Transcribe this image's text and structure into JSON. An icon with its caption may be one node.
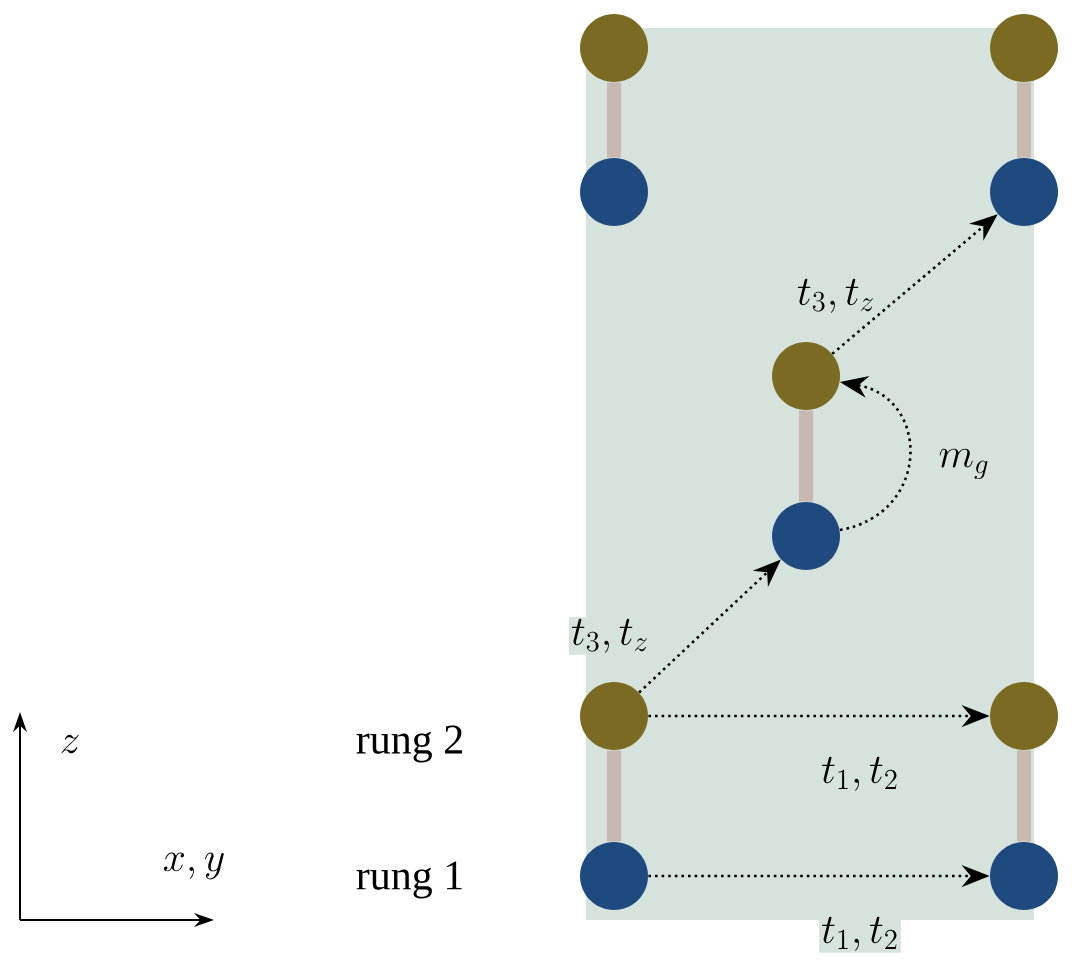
{
  "diagram": {
    "nodes": [
      {
        "text": [],
        "shape": "circle"
      },
      {
        "text": [],
        "shape": "circle"
      },
      {
        "text": [],
        "shape": "circle"
      },
      {
        "text": [],
        "shape": "circle"
      },
      {
        "text": [],
        "shape": "circle"
      },
      {
        "text": [],
        "shape": "circle"
      },
      {
        "text": [],
        "shape": "circle"
      },
      {
        "text": [],
        "shape": "circle"
      },
      {
        "text": [],
        "shape": "circle"
      },
      {
        "text": [],
        "shape": "circle"
      }
    ],
    "edges": [
      {
        "from": 0,
        "to": 1,
        "arrow": "none",
        "style": "thick",
        "color": "#c9b8b2"
      },
      {
        "from": 2,
        "to": 3,
        "arrow": "none",
        "style": "thick",
        "color": "#c9b8b2"
      },
      {
        "from": 4,
        "to": 5,
        "arrow": "none",
        "style": "thick",
        "color": "#c9b8b2"
      },
      {
        "from": 6,
        "to": 8,
        "arrow": "none",
        "style": "thick",
        "color": "#c9b8b2"
      },
      {
        "from": 7,
        "to": 9,
        "arrow": "none",
        "style": "thick",
        "color": "#c9b8b2"
      },
      {
        "from": 4,
        "to": 3,
        "arrow": "to",
        "style": "dashed",
        "color": "#000000",
        "label": "t_3, t_z"
      },
      {
        "from": 5,
        "to": 4,
        "arrow": "to",
        "style": "dashed",
        "color": "#000000",
        "label": "m_g"
      },
      {
        "from": 6,
        "to": 5,
        "arrow": "to",
        "style": "dashed",
        "color": "#000000",
        "label": "t_3, t_z"
      },
      {
        "from": 6,
        "to": 7,
        "arrow": "to",
        "style": "dashed",
        "color": "#000000",
        "label": "t_1, t_2"
      },
      {
        "from": 8,
        "to": 9,
        "arrow": "to",
        "style": "dashed",
        "color": "#000000",
        "label": "t_1, t_2"
      }
    ],
    "labels": [
      "z",
      "rung 2",
      "x, y",
      "rung 1"
    ]
  }
}
